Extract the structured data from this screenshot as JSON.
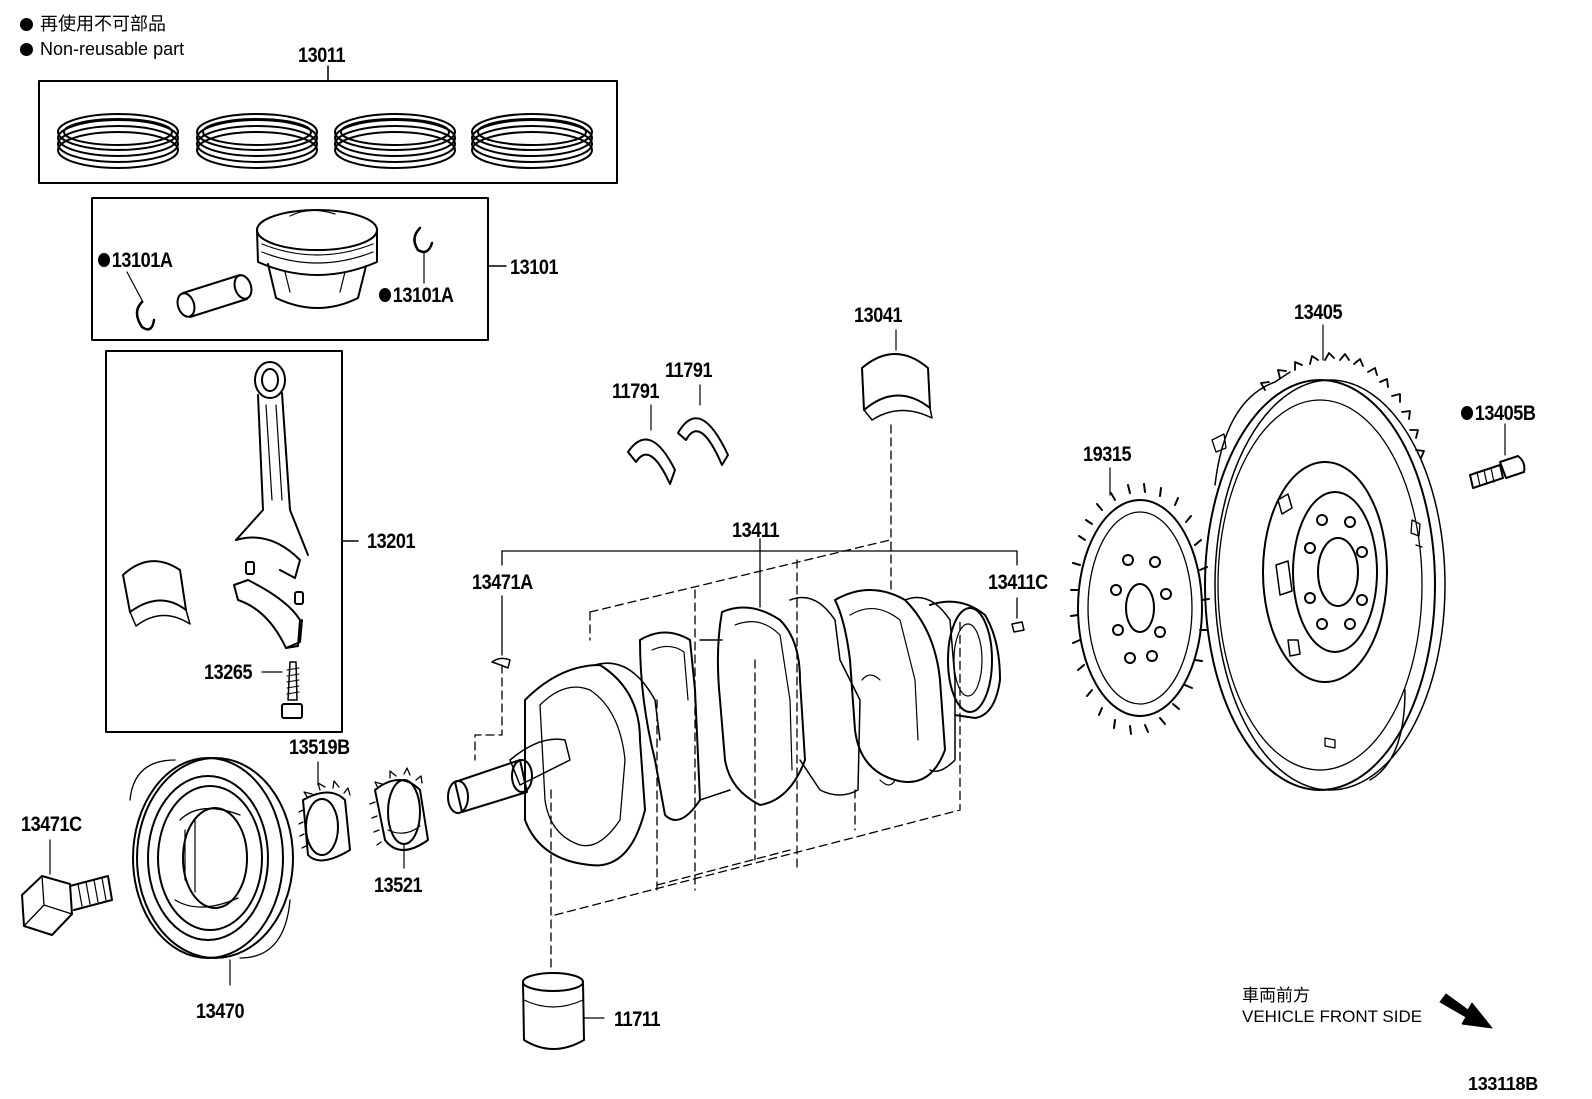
{
  "legend": {
    "jp": "再使用不可部品",
    "en": "Non-reusable part"
  },
  "parts": {
    "p13011": "13011",
    "p13101": "13101",
    "p13101A_left": "13101A",
    "p13101A_right": "13101A",
    "p13201": "13201",
    "p13265": "13265",
    "p13041": "13041",
    "p11791_a": "11791",
    "p11791_b": "11791",
    "p13411": "13411",
    "p13471A": "13471A",
    "p13411C": "13411C",
    "p19315": "19315",
    "p13405": "13405",
    "p13405B": "13405B",
    "p13519B": "13519B",
    "p13521": "13521",
    "p13471C": "13471C",
    "p13470": "13470",
    "p11711": "11711"
  },
  "front_side": {
    "jp": "車両前方",
    "en": "VEHICLE FRONT SIDE"
  },
  "diagram_code": "133118B"
}
